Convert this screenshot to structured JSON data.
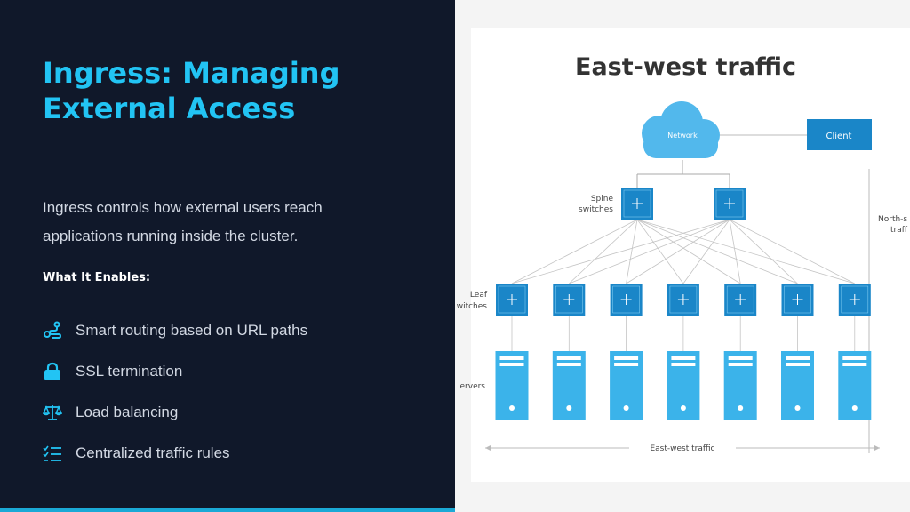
{
  "slide": {
    "title": "Ingress: Managing External Access",
    "intro": "Ingress controls how external users reach applications running inside the cluster.",
    "enables_heading": "What It Enables:",
    "features": [
      {
        "icon": "route-icon",
        "label": "Smart routing based on URL paths"
      },
      {
        "icon": "lock-icon",
        "label": "SSL termination"
      },
      {
        "icon": "scale-icon",
        "label": "Load balancing"
      },
      {
        "icon": "checklist-icon",
        "label": "Centralized traffic rules"
      }
    ],
    "accent_color": "#22c4f4"
  },
  "diagram": {
    "title": "East-west traffic",
    "network_label": "Network",
    "client_label": "Client",
    "spine_label_1": "Spine",
    "spine_label_2": "switches",
    "leaf_label_1": "Leaf",
    "leaf_label_2": "witches",
    "servers_label": "ervers",
    "north_label_1": "North-s",
    "north_label_2": "traff",
    "east_west_label": "East-west traffic",
    "spine_count": 2,
    "leaf_count": 7,
    "server_count": 7,
    "colors": {
      "switch": "#1a86c8",
      "server": "#3bb3ea",
      "cloud": "#52b8ec",
      "client": "#1a86c8"
    }
  }
}
